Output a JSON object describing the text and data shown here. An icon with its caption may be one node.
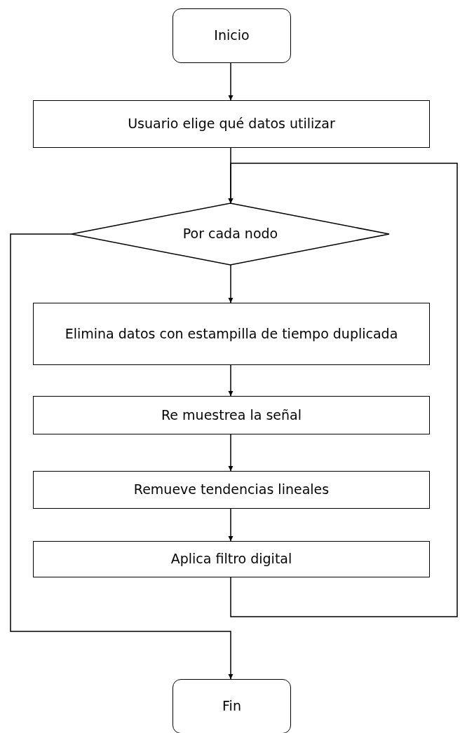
{
  "diagram": {
    "nodes": [
      {
        "text": [
          "Inicio"
        ]
      },
      {
        "text": [
          "Usuario elige qué datos utilizar"
        ]
      },
      {
        "text": [
          "Por cada nodo"
        ]
      },
      {
        "text": [
          "Elimina datos con estampilla de tiempo duplicada"
        ]
      },
      {
        "text": [
          "Re muestrea la señal"
        ]
      },
      {
        "text": [
          "Remueve tendencias lineales"
        ]
      },
      {
        "text": [
          "Aplica filtro digital"
        ]
      },
      {
        "text": [
          "Fin"
        ]
      }
    ],
    "edges": [
      {
        "from": 0,
        "to": 1,
        "arrow": "to"
      },
      {
        "from": 1,
        "to": 2,
        "arrow": "to"
      },
      {
        "from": 2,
        "to": 3,
        "arrow": "to"
      },
      {
        "from": 3,
        "to": 4,
        "arrow": "to"
      },
      {
        "from": 4,
        "to": 5,
        "arrow": "to"
      },
      {
        "from": 5,
        "to": 6,
        "arrow": "to"
      },
      {
        "from": 6,
        "to": 2,
        "arrow": "to"
      },
      {
        "from": 2,
        "to": 7,
        "arrow": "to"
      }
    ]
  }
}
